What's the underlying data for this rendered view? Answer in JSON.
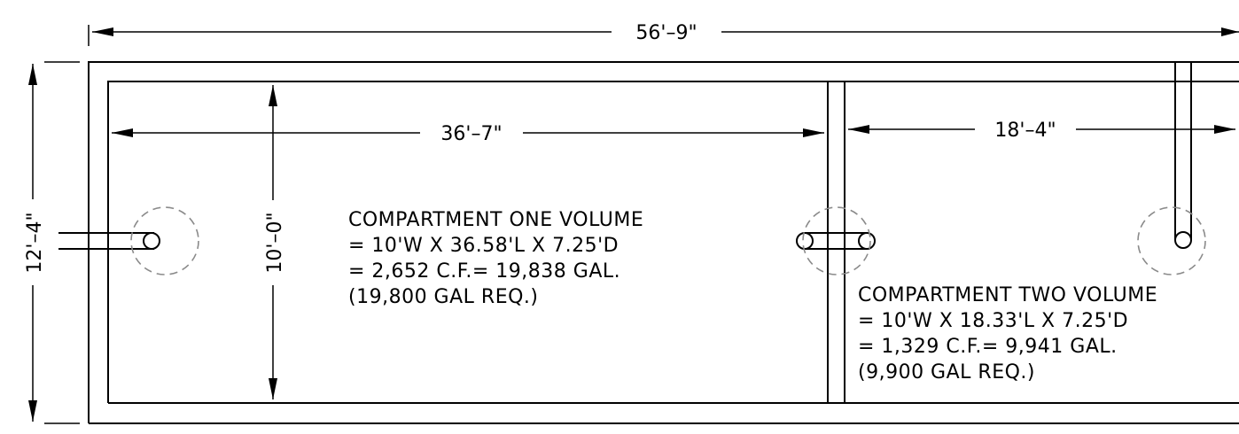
{
  "dimensions": {
    "overall_length": "56'–9\"",
    "overall_width": "12'–4\"",
    "compartment_one_length": "36'–7\"",
    "compartment_two_length": "18'–4\"",
    "inner_width": "10'–0\""
  },
  "compartment_one": {
    "line1": "COMPARTMENT ONE VOLUME",
    "line2": "= 10'W X 36.58'L X 7.25'D",
    "line3": "= 2,652 C.F.= 19,838 GAL.",
    "line4": "(19,800 GAL REQ.)"
  },
  "compartment_two": {
    "line1": "COMPARTMENT TWO VOLUME",
    "line2": "= 10'W X 18.33'L X 7.25'D",
    "line3": "= 1,329 C.F.= 9,941 GAL.",
    "line4": "(9,900 GAL REQ.)"
  }
}
